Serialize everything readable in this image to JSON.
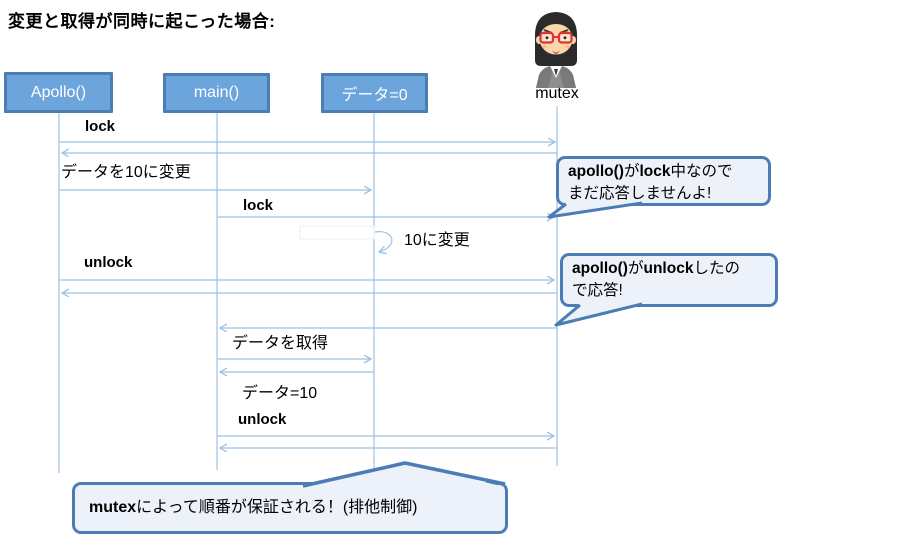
{
  "title": "変更と取得が同時に起こった場合:",
  "actors": {
    "apollo": "Apollo()",
    "main": "main()",
    "data": "データ=0",
    "mutex": "mutex"
  },
  "messages": {
    "lock1": "lock",
    "change10": "データを10に変更",
    "lock2": "lock",
    "self_change": "10に変更",
    "unlock1": "unlock",
    "get_data": "データを取得",
    "data10": "データ=10",
    "unlock2": "unlock"
  },
  "callouts": {
    "locked": {
      "latin1": "apollo()",
      "jp1": "が",
      "latin2": "lock",
      "jp2": "中なので",
      "line2": "まだ応答しませんよ!"
    },
    "unlocked": {
      "latin1": "apollo()",
      "jp1": "が",
      "latin2": "unlock",
      "jp2": "したの",
      "line2": "で応答!"
    },
    "guarantee": {
      "latin1": "mutex",
      "jp1": "によって順番が保証される！(排他制御)"
    }
  },
  "colors": {
    "diagram_line": "#9CC2E5",
    "actor_fill": "#6CA4DC",
    "actor_border": "#4E7DB2",
    "callout_border": "#4C7CB4",
    "callout_fill": "#EDF1F9",
    "text": "#000000"
  }
}
